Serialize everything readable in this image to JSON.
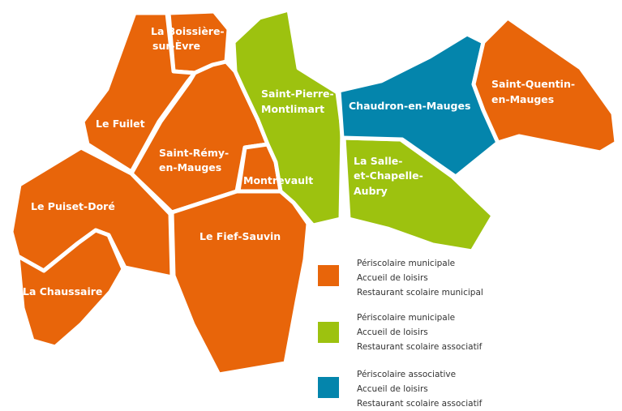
{
  "colors": {
    "orange": "#e8650a",
    "green": "#9dc20f",
    "blue": "#0485ac",
    "text": "#333333"
  },
  "communes": {
    "la_boissiere": {
      "label_line1": "La Boissière-",
      "label_line2": "sur-Èvre",
      "category": "orange"
    },
    "le_fuilet": {
      "label": "Le Fuilet",
      "category": "orange"
    },
    "saint_remy": {
      "label_line1": "Saint-Rémy-",
      "label_line2": "en-Mauges",
      "category": "orange"
    },
    "montrevault": {
      "label": "Montrevault",
      "category": "orange"
    },
    "le_puiset_dore": {
      "label": "Le Puiset-Doré",
      "category": "orange"
    },
    "la_chaussaire": {
      "label": "La Chaussaire",
      "category": "orange"
    },
    "le_fief_sauvin": {
      "label": "Le Fief-Sauvin",
      "category": "orange"
    },
    "saint_pierre": {
      "label_line1": "Saint-Pierre-",
      "label_line2": "Montlimart",
      "category": "green"
    },
    "la_salle": {
      "label_line1": "La Salle-",
      "label_line2": "et-Chapelle-",
      "label_line3": "Aubry",
      "category": "green"
    },
    "chaudron": {
      "label": "Chaudron-en-Mauges",
      "category": "blue"
    },
    "saint_quentin": {
      "label_line1": "Saint-Quentin-",
      "label_line2": "en-Mauges",
      "category": "orange"
    }
  },
  "legend": {
    "items": [
      {
        "color_key": "orange",
        "lines": [
          "Périscolaire municipale",
          "Accueil de loisirs",
          "Restaurant scolaire municipal"
        ]
      },
      {
        "color_key": "green",
        "lines": [
          "Périscolaire municipale",
          "Accueil de loisirs",
          "Restaurant scolaire associatif"
        ]
      },
      {
        "color_key": "blue",
        "lines": [
          "Périscolaire associative",
          "Accueil de loisirs",
          "Restaurant scolaire associatif"
        ]
      }
    ]
  }
}
